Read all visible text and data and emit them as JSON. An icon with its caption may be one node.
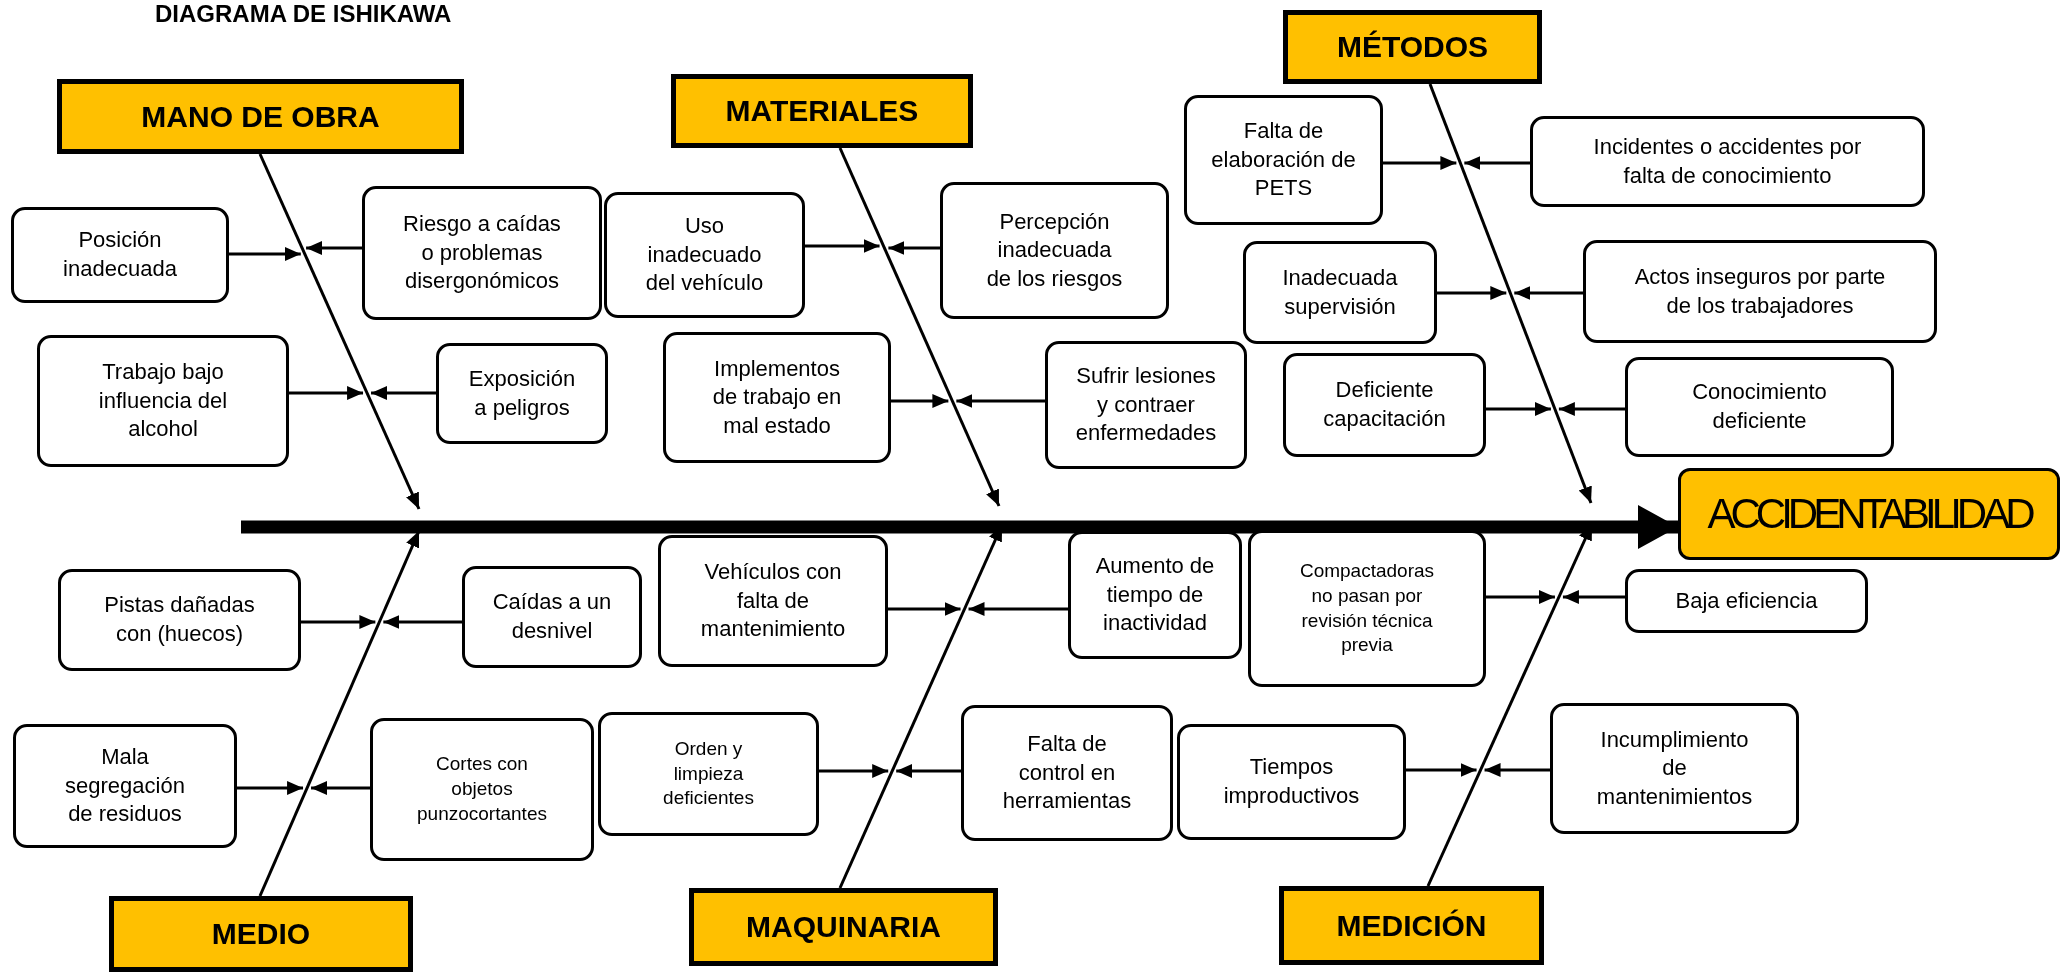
{
  "diagram": {
    "title": "DIAGRAMA DE ISHIKAWA",
    "nodes": [
      {
        "text": [
          "MANO DE OBRA"
        ]
      },
      {
        "text": [
          "MATERIALES"
        ]
      },
      {
        "text": [
          "MÉTODOS"
        ]
      },
      {
        "text": [
          "Posición inadecuada"
        ]
      },
      {
        "text": [
          "Riesgo a caídas o problemas disergonómicos"
        ]
      },
      {
        "text": [
          "Trabajo bajo influencia del alcohol"
        ]
      },
      {
        "text": [
          "Exposición a peligros"
        ]
      },
      {
        "text": [
          "Uso inadecuado del vehículo"
        ]
      },
      {
        "text": [
          "Percepción inadecuada de los riesgos"
        ]
      },
      {
        "text": [
          "Implementos de trabajo en mal estado"
        ]
      },
      {
        "text": [
          "Sufrir lesiones y contraer enfermedades"
        ]
      },
      {
        "text": [
          "Falta de elaboración de PETS"
        ]
      },
      {
        "text": [
          "Incidentes o accidentes por falta de conocimiento"
        ]
      },
      {
        "text": [
          "Inadecuada supervisión"
        ]
      },
      {
        "text": [
          "Actos inseguros por parte de los trabajadores"
        ]
      },
      {
        "text": [
          "Deficiente capacitación"
        ]
      },
      {
        "text": [
          "Conocimiento deficiente"
        ]
      },
      {
        "text": [
          "ACCIDENTABILIDAD"
        ]
      },
      {
        "text": [
          "Pistas dañadas con (huecos)"
        ]
      },
      {
        "text": [
          "Caídas a un desnivel"
        ]
      },
      {
        "text": [
          "Mala segregación de residuos"
        ]
      },
      {
        "text": [
          "Cortes con objetos punzocortantes"
        ]
      },
      {
        "text": [
          "Vehículos con falta de mantenimiento"
        ]
      },
      {
        "text": [
          "Aumento de tiempo de inactividad"
        ]
      },
      {
        "text": [
          "Compactadoras no pasan por revisión técnica previa"
        ]
      },
      {
        "text": [
          "Baja eficiencia"
        ]
      },
      {
        "text": [
          "Orden y limpieza deficientes"
        ]
      },
      {
        "text": [
          "Falta de control en herramientas"
        ]
      },
      {
        "text": [
          "Tiempos improductivos"
        ]
      },
      {
        "text": [
          "Incumplimiento de mantenimientos"
        ]
      },
      {
        "text": [
          "MEDIO"
        ]
      },
      {
        "text": [
          "MAQUINARIA"
        ]
      },
      {
        "text": [
          "MEDICIÓN"
        ]
      }
    ],
    "edges": [
      {
        "from": 3,
        "to": null,
        "arrow": "to"
      },
      {
        "from": 4,
        "to": null,
        "arrow": "to"
      },
      {
        "from": 5,
        "to": null,
        "arrow": "to"
      },
      {
        "from": 6,
        "to": null,
        "arrow": "to"
      },
      {
        "from": 7,
        "to": null,
        "arrow": "to"
      },
      {
        "from": 8,
        "to": null,
        "arrow": "to"
      },
      {
        "from": 9,
        "to": null,
        "arrow": "to"
      },
      {
        "from": 10,
        "to": null,
        "arrow": "to"
      },
      {
        "from": 11,
        "to": null,
        "arrow": "to"
      },
      {
        "from": 12,
        "to": null,
        "arrow": "to"
      },
      {
        "from": 13,
        "to": null,
        "arrow": "to"
      },
      {
        "from": 14,
        "to": null,
        "arrow": "to"
      },
      {
        "from": 15,
        "to": null,
        "arrow": "to"
      },
      {
        "from": 16,
        "to": null,
        "arrow": "to"
      },
      {
        "from": 18,
        "to": null,
        "arrow": "to"
      },
      {
        "from": 19,
        "to": null,
        "arrow": "to"
      },
      {
        "from": 20,
        "to": null,
        "arrow": "to"
      },
      {
        "from": 21,
        "to": null,
        "arrow": "to"
      },
      {
        "from": 22,
        "to": null,
        "arrow": "to"
      },
      {
        "from": 23,
        "to": null,
        "arrow": "to"
      },
      {
        "from": 24,
        "to": null,
        "arrow": "to"
      },
      {
        "from": 25,
        "to": null,
        "arrow": "to"
      },
      {
        "from": 26,
        "to": null,
        "arrow": "to"
      },
      {
        "from": 27,
        "to": null,
        "arrow": "to"
      },
      {
        "from": 28,
        "to": null,
        "arrow": "to"
      },
      {
        "from": 29,
        "to": null,
        "arrow": "to"
      },
      {
        "from": 0,
        "to": null,
        "arrow": "to"
      },
      {
        "from": 1,
        "to": null,
        "arrow": "to"
      },
      {
        "from": 2,
        "to": null,
        "arrow": "to"
      },
      {
        "from": 30,
        "to": null,
        "arrow": "to"
      },
      {
        "from": 31,
        "to": null,
        "arrow": "to"
      },
      {
        "from": 32,
        "to": null,
        "arrow": "to"
      },
      {
        "from": null,
        "to": 17,
        "arrow": "to",
        "style": "thick"
      }
    ]
  }
}
